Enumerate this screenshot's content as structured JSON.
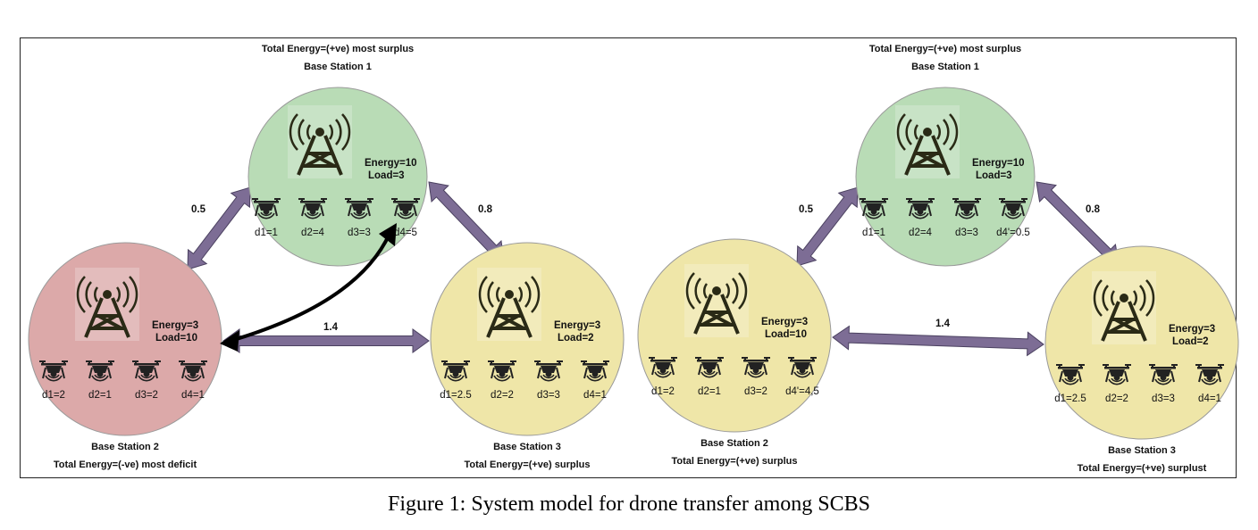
{
  "caption": "Figure 1: System model for drone transfer among SCBS",
  "colors": {
    "surplus_most": "#b9dcb6",
    "deficit": "#dca9a9",
    "surplus": "#efe6a8",
    "arrow": "#7d6d95",
    "transfer_arrow": "#000000"
  },
  "left": {
    "bs1": {
      "title": "Base Station 1",
      "energy_status": "Total Energy=(+ve) most surplus",
      "energy": "Energy=10",
      "load": "Load=3",
      "drones": [
        "d1=1",
        "d2=4",
        "d3=3",
        "d4=5"
      ]
    },
    "bs2": {
      "title": "Base Station 2",
      "energy_status": "Total Energy=(-ve) most deficit",
      "energy": "Energy=3",
      "load": "Load=10",
      "drones": [
        "d1=2",
        "d2=1",
        "d3=2",
        "d4=1"
      ]
    },
    "bs3": {
      "title": "Base Station 3",
      "energy_status": "Total Energy=(+ve) surplus",
      "energy": "Energy=3",
      "load": "Load=2",
      "drones": [
        "d1=2.5",
        "d2=2",
        "d3=3",
        "d4=1"
      ]
    },
    "links": {
      "bs1_bs2": "0.5",
      "bs1_bs3": "0.8",
      "bs2_bs3": "1.4"
    }
  },
  "right": {
    "bs1": {
      "title": "Base Station 1",
      "energy_status": "Total Energy=(+ve) most surplus",
      "energy": "Energy=10",
      "load": "Load=3",
      "drones": [
        "d1=1",
        "d2=4",
        "d3=3",
        "d4'=0.5"
      ]
    },
    "bs2": {
      "title": "Base Station 2",
      "energy_status": "Total Energy=(+ve) surplus",
      "energy": "Energy=3",
      "load": "Load=10",
      "drones": [
        "d1=2",
        "d2=1",
        "d3=2",
        "d4'=4,5"
      ]
    },
    "bs3": {
      "title": "Base Station 3",
      "energy_status": "Total Energy=(+ve) surplust",
      "energy": "Energy=3",
      "load": "Load=2",
      "drones": [
        "d1=2.5",
        "d2=2",
        "d3=3",
        "d4=1"
      ]
    },
    "links": {
      "bs1_bs2": "0.5",
      "bs1_bs3": "0.8",
      "bs2_bs3": "1.4"
    }
  }
}
